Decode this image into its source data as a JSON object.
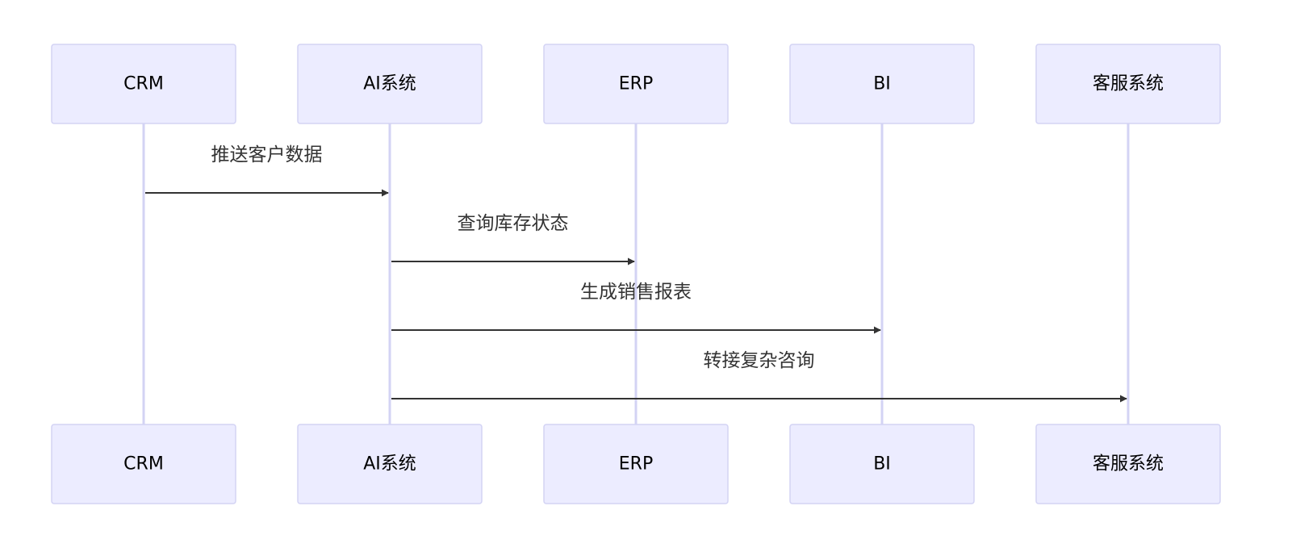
{
  "diagram_type": "sequence",
  "colors": {
    "actor_fill": "#ececff",
    "actor_border": "#d3d3f4",
    "lifeline": "#d3d3f4",
    "message": "#333333",
    "background": "#ffffff"
  },
  "participants": [
    {
      "id": "crm",
      "label": "CRM"
    },
    {
      "id": "ai",
      "label": "AI系统"
    },
    {
      "id": "erp",
      "label": "ERP"
    },
    {
      "id": "bi",
      "label": "BI"
    },
    {
      "id": "cs",
      "label": "客服系统"
    }
  ],
  "messages": [
    {
      "from": "crm",
      "to": "ai",
      "label": "推送客户数据"
    },
    {
      "from": "ai",
      "to": "erp",
      "label": "查询库存状态"
    },
    {
      "from": "ai",
      "to": "bi",
      "label": "生成销售报表"
    },
    {
      "from": "ai",
      "to": "cs",
      "label": "转接复杂咨询"
    }
  ]
}
